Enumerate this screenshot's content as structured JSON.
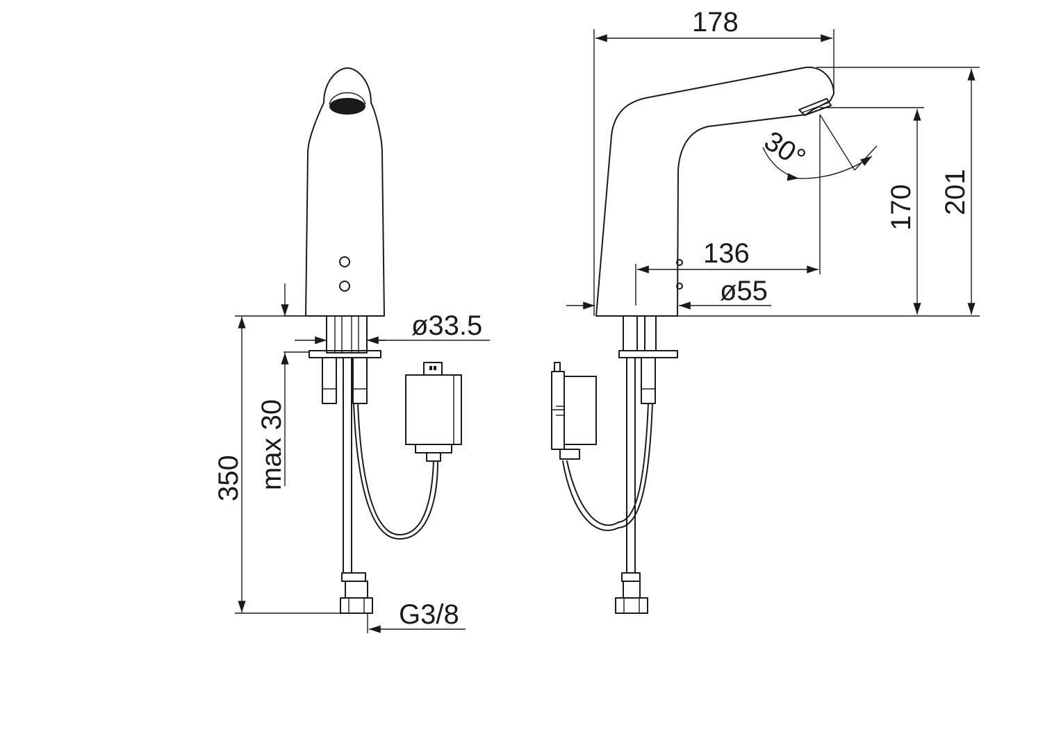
{
  "diagram": {
    "dimensions": {
      "width_total": "178",
      "height_total": "201",
      "height_outlet": "170",
      "reach": "136",
      "base_diameter": "ø55",
      "shank_diameter": "ø33.5",
      "deck_thickness": "max 30",
      "hose_length": "350",
      "connection": "G3/8",
      "spray_angle": "30°"
    }
  }
}
